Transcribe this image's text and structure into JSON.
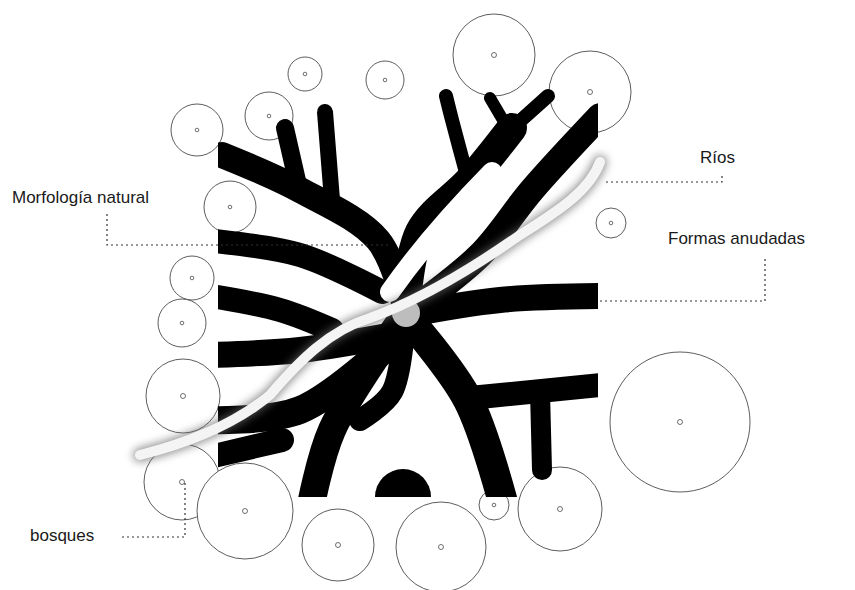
{
  "diagram": {
    "labels": [
      "Ríos",
      "Morfología natural",
      "Formas anudadas",
      "bosques"
    ]
  }
}
